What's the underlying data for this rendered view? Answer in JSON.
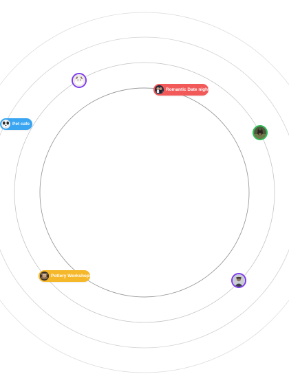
{
  "colors": {
    "ring": "#cfcfcf",
    "ring_inner": "#9a9a9a",
    "romantic": "#f25a5a",
    "pet": "#3aa6f2",
    "pottery": "#f6b82b",
    "purple": "#7c3aed",
    "green": "#2ebd59"
  },
  "tags": {
    "romantic": {
      "label": "Romantic Date night",
      "icon": "couple-photo-icon"
    },
    "pet": {
      "label": "Pet cafe",
      "icon": "dog-photo-icon"
    },
    "pottery": {
      "label": "Pottery Workshops",
      "icon": "pottery-photo-icon"
    }
  },
  "avatars": [
    {
      "id": "cat",
      "icon": "cat-photo-icon",
      "border": "#7c3aed"
    },
    {
      "id": "dog",
      "icon": "dog-photo-icon",
      "border": "#2ebd59"
    },
    {
      "id": "person",
      "icon": "person-photo-icon",
      "border": "#7c3aed"
    }
  ]
}
